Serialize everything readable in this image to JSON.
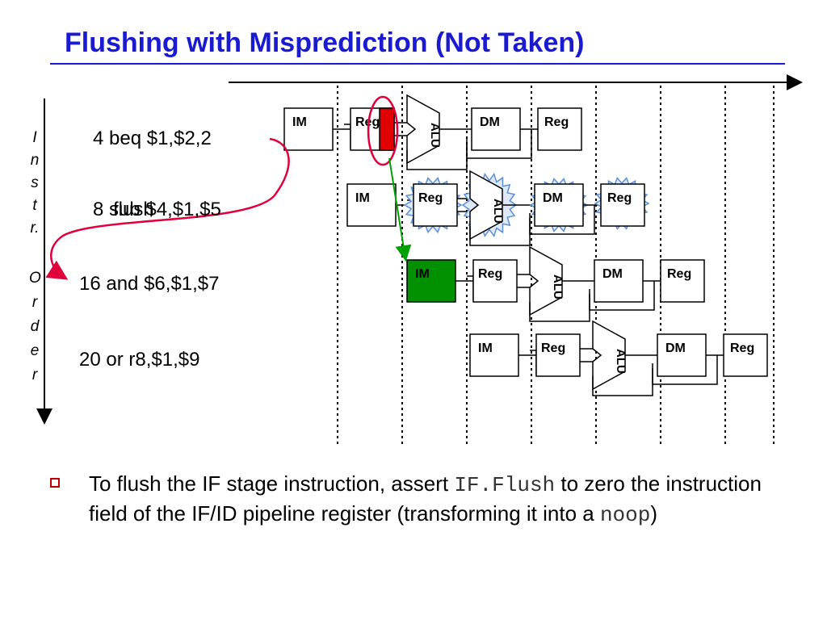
{
  "title": "Flushing with Misprediction (Not Taken)",
  "axis_label_letters": [
    "I",
    "n",
    "s",
    "t",
    "r.",
    "O",
    "r",
    "d",
    "e",
    "r"
  ],
  "instructions": [
    {
      "text": "4 beq $1,$2,2"
    },
    {
      "text": "8 sub $4,$1,$5",
      "overlay": "flush"
    },
    {
      "text": "16 and $6,$1,$7"
    },
    {
      "text": "20 or  r8,$1,$9"
    }
  ],
  "stage_labels": {
    "im": "IM",
    "reg": "Reg",
    "alu": "ALU",
    "dm": "DM",
    "reg_wb": "Reg"
  },
  "colors": {
    "title": "#1a1ad0",
    "highlight_red": "#e00000",
    "highlight_green": "#009000",
    "flush_blue": "#5b8fd6",
    "arrow_red": "#e0003c",
    "arrow_green": "#00a000"
  },
  "bullet": {
    "part1": "To flush the IF stage instruction, assert ",
    "code1": "IF.Flush",
    "part2": " to zero the instruction field of the IF/ID pipeline register (transforming it into a ",
    "code2": "noop",
    "part3": ")"
  }
}
